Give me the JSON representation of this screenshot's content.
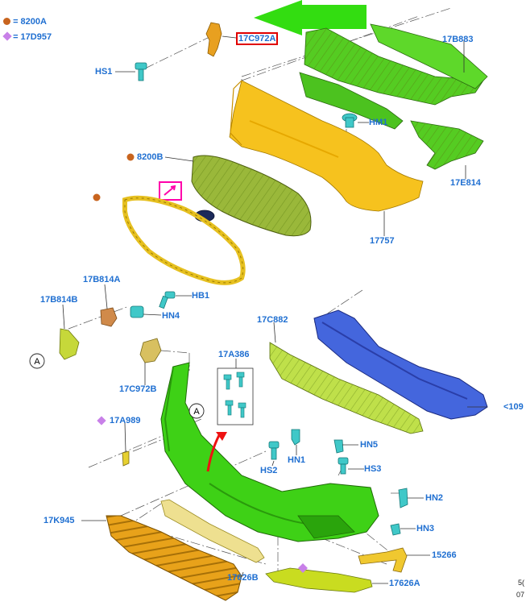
{
  "legend": [
    {
      "symbol": "dot",
      "color": "#c8641e",
      "code": "8200A"
    },
    {
      "symbol": "diamond",
      "color": "#c880e8",
      "code": "17D957"
    }
  ],
  "parts": {
    "p17C972A": "17C972A",
    "p17B883": "17B883",
    "pHS1": "HS1",
    "pHM1": "HM1",
    "p8200B": "8200B",
    "p17E814": "17E814",
    "p17757": "17757",
    "p17B814A": "17B814A",
    "p17B814B": "17B814B",
    "pHB1": "HB1",
    "pHN4": "HN4",
    "p17C882": "17C882",
    "p17A386": "17A386",
    "p17C972B": "17C972B",
    "p17A989": "17A989",
    "p109": "<109",
    "pHN5": "HN5",
    "pHS3": "HS3",
    "pHS2": "HS2",
    "pHN1": "HN1",
    "pHN2": "HN2",
    "pHN3": "HN3",
    "p17K945": "17K945",
    "p15266": "15266",
    "p17626B": "17626B",
    "p17626A": "17626A"
  },
  "callout_letter": "A",
  "footer": {
    "line1": "5(",
    "line2": "07"
  },
  "colors": {
    "label": "#1f6fd1",
    "highlight": "#e00000",
    "arrow_green": "#33dd11",
    "arrow_red": "#ee1111",
    "callout_box": "#ff00aa"
  }
}
